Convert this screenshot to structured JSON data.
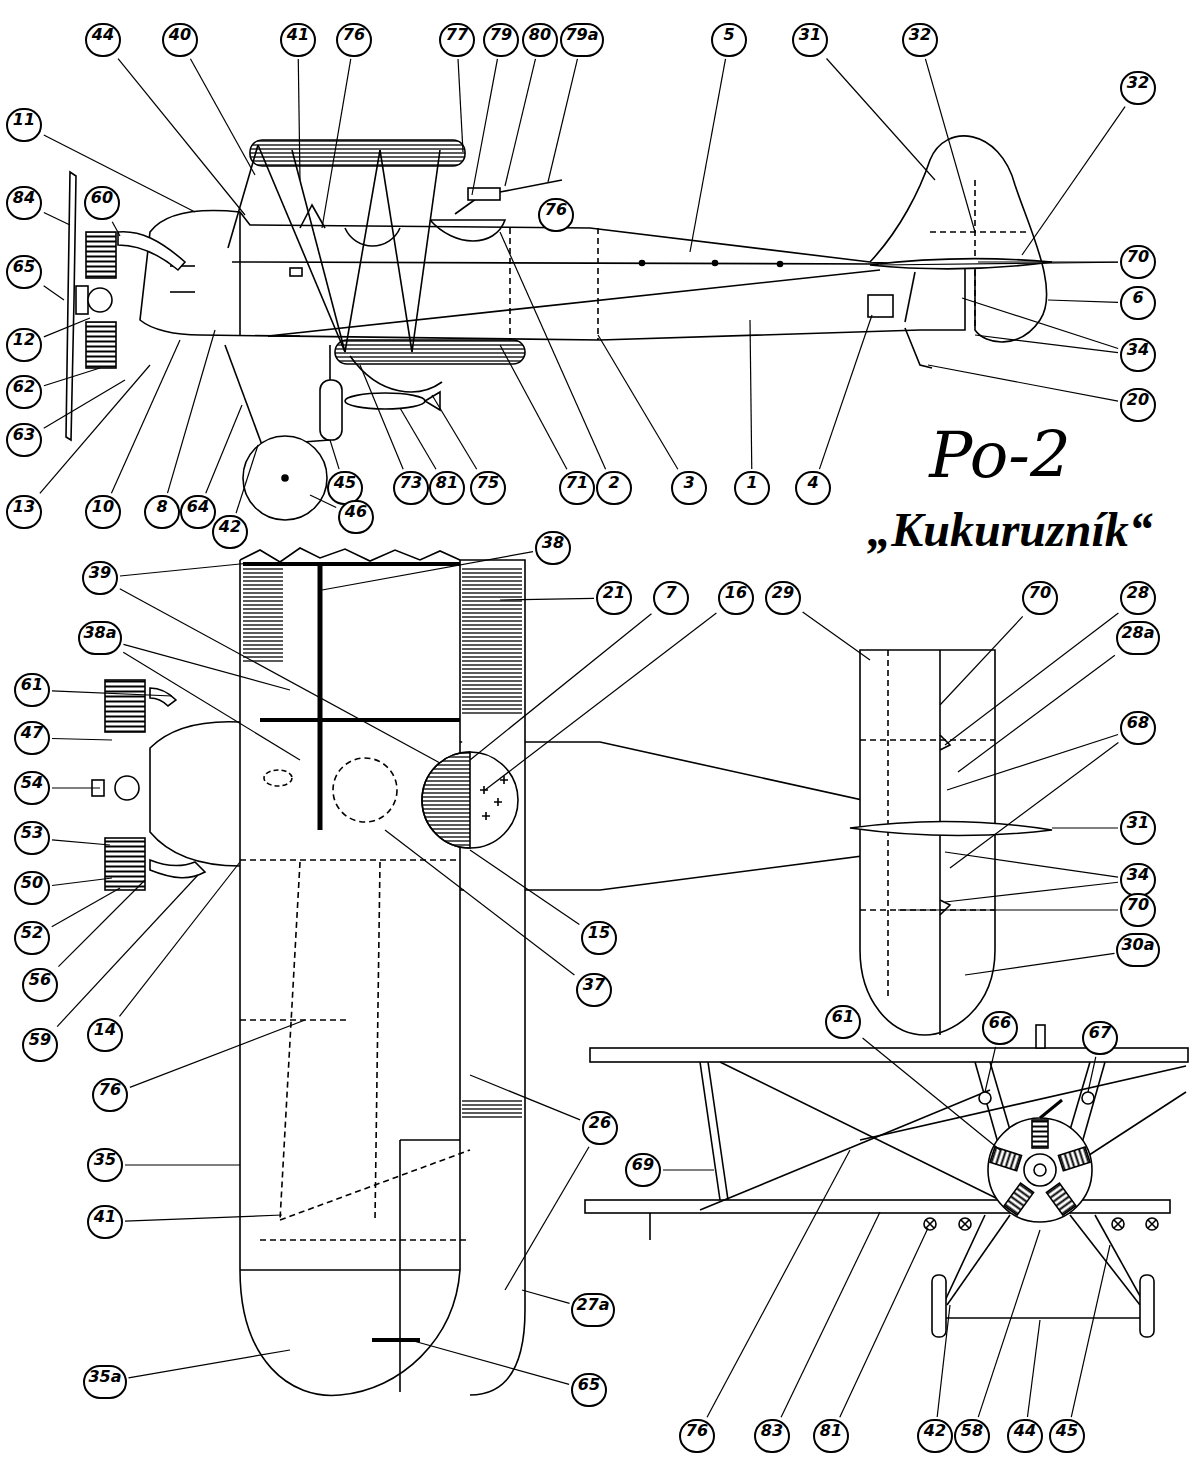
{
  "diagram": {
    "title": "Po-2",
    "labels": [
      "44",
      "40",
      "41",
      "76",
      "77",
      "79",
      "80",
      "79a",
      "5",
      "31",
      "32",
      "32",
      "11",
      "84",
      "60",
      "65",
      "12",
      "62",
      "63",
      "13",
      "10",
      "8",
      "64",
      "42",
      "45",
      "46",
      "73",
      "81",
      "75",
      "71",
      "2",
      "3",
      "1",
      "4",
      "76",
      "70",
      "6",
      "34",
      "20",
      "39",
      "38",
      "21",
      "7",
      "16",
      "29",
      "70",
      "28",
      "38a",
      "28a",
      "68",
      "61",
      "47",
      "54",
      "53",
      "50",
      "52",
      "56",
      "59",
      "14",
      "31",
      "15",
      "37",
      "34",
      "70",
      "30a",
      "76",
      "35",
      "41",
      "26",
      "27a",
      "35a",
      "65",
      "61",
      "66",
      "67",
      "69",
      "76",
      "83",
      "81",
      "42",
      "58",
      "44",
      "45",
      "„Kukuruzník“"
    ]
  }
}
